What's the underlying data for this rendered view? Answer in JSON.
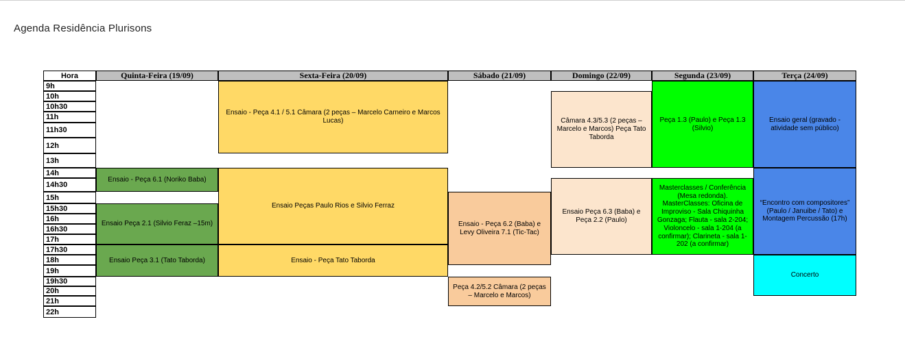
{
  "page": {
    "title": "Agenda Residência Plurisons"
  },
  "colors": {
    "header_gray": "#bfbfbf",
    "green": "#6aa84f",
    "yellow": "#ffd966",
    "orange_light": "#f9cb9c",
    "peach": "#fce5cd",
    "bright_green": "#00ff00",
    "blue": "#4a86e8",
    "cyan": "#00ffff"
  },
  "table": {
    "hour_header": "Hora",
    "days": [
      {
        "id": "quinta",
        "label": "Quinta-Feira (19/09)"
      },
      {
        "id": "sexta",
        "label": "Sexta-Feira (20/09)"
      },
      {
        "id": "sabado",
        "label": "Sábado (21/09)"
      },
      {
        "id": "domingo",
        "label": "Domingo (22/09)"
      },
      {
        "id": "segunda",
        "label": "Segunda (23/09)"
      },
      {
        "id": "terca",
        "label": "Terça (24/09)"
      }
    ],
    "hours": [
      "9h",
      "10h",
      "10h30",
      "11h",
      "11h30",
      "12h",
      "13h",
      "14h",
      "14h30",
      "15h",
      "15h30",
      "16h",
      "16h30",
      "17h",
      "17h30",
      "18h",
      "19h",
      "19h30",
      "20h",
      "21h",
      "22h"
    ],
    "events": [
      {
        "day": "quinta",
        "start": "14h",
        "end": "15h",
        "color": "green",
        "label": "Ensaio - Peça 6.1 (Noriko Baba)"
      },
      {
        "day": "quinta",
        "start": "15h30",
        "end": "17h30",
        "color": "green",
        "label": "Ensaio Peça 2.1 (Silvio Feraz –15m)"
      },
      {
        "day": "quinta",
        "start": "17h30",
        "end": "19h30",
        "color": "green",
        "label": "Ensaio Peça 3.1 (Tato Taborda)"
      },
      {
        "day": "sexta",
        "start": "9h",
        "end": "13h",
        "color": "yellow",
        "label": "Ensaio - Peça 4.1 / 5.1 Câmara (2 peças – Marcelo Carneiro e Marcos Lucas)"
      },
      {
        "day": "sexta",
        "start": "14h",
        "end": "17h30",
        "color": "yellow",
        "label": "Ensaio Peças Paulo Rios e Silvio Ferraz"
      },
      {
        "day": "sexta",
        "start": "17h30",
        "end": "19h30",
        "color": "yellow",
        "label": "Ensaio - Peça Tato Taborda"
      },
      {
        "day": "sabado",
        "start": "15h",
        "end": "19h",
        "color": "orange_light",
        "label": "Ensaio - Peça 6.2 (Baba) e Levy Oliveira 7.1 (Tic-Tac)"
      },
      {
        "day": "sabado",
        "start": "19h30",
        "end": "22h",
        "color": "orange_light",
        "label": "Peça 4.2/5.2 Câmara (2 peças – Marcelo e Marcos)"
      },
      {
        "day": "domingo",
        "start": "10h",
        "end": "14h",
        "color": "peach",
        "label": "Câmara 4.3/5.3 (2 peças – Marcelo e Marcos) Peça Tato Taborda"
      },
      {
        "day": "domingo",
        "start": "14h30",
        "end": "18h",
        "color": "peach",
        "label": "Ensaio Peça 6.3 (Baba) e Peça 2.2 (Paulo)"
      },
      {
        "day": "segunda",
        "start": "9h",
        "end": "14h",
        "color": "bright_green",
        "label": "Peça 1.3 (Paulo) e Peça 1.3 (Silvio)"
      },
      {
        "day": "segunda",
        "start": "14h30",
        "end": "18h",
        "color": "bright_green",
        "label": "Masterclasses / Conferência (Mesa redonda). MasterClasses: Oficina de Improviso - Sala Chiquinha Gonzaga; Flauta - sala 2-204; Violoncelo - sala 1-204 (a confirmar); Clarineta - sala 1-202 (a confirmar)"
      },
      {
        "day": "terca",
        "start": "9h",
        "end": "14h",
        "color": "blue",
        "label": "Ensaio geral (gravado - atividade sem público)"
      },
      {
        "day": "terca",
        "start": "14h",
        "end": "18h",
        "color": "blue",
        "label": "“Encontro com compositores” (Paulo / Januibe / Tato) e Montagem Percussão (17h)"
      },
      {
        "day": "terca",
        "start": "18h",
        "end": "21h",
        "color": "cyan",
        "label": "Concerto"
      }
    ]
  }
}
